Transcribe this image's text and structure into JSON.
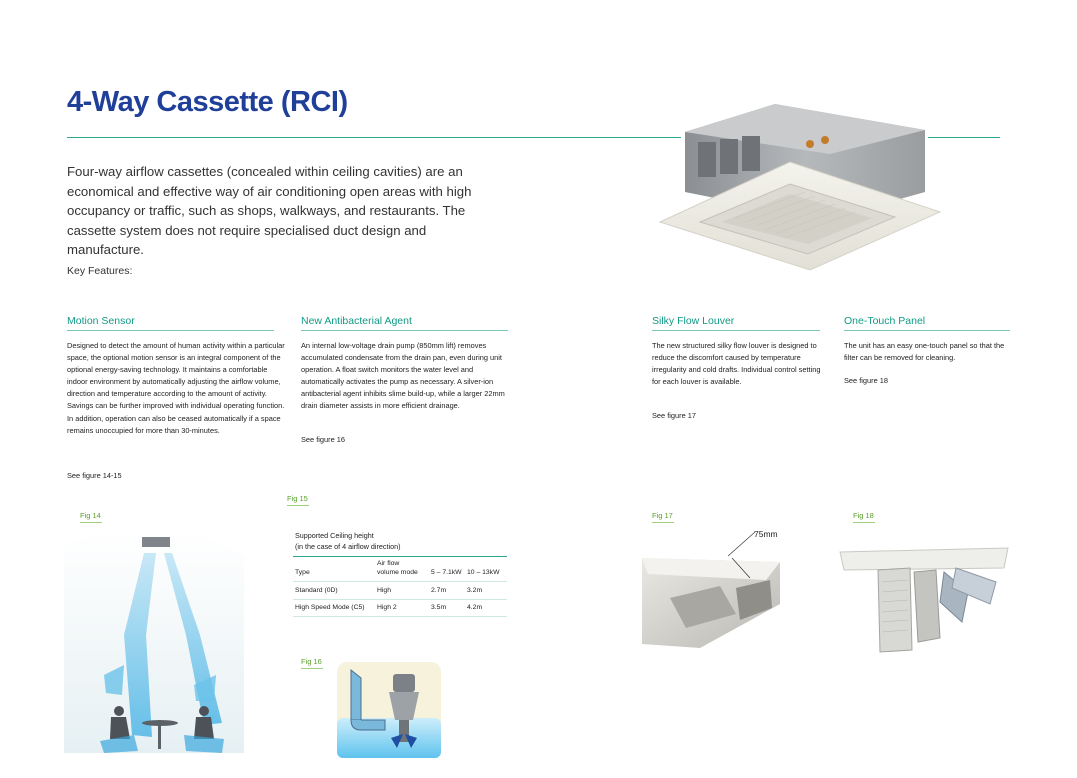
{
  "page": {
    "title": "4-Way Cassette (RCI)",
    "intro": "Four-way airflow cassettes (concealed within ceiling cavities) are an economical and effective way of air conditioning open areas with high occupancy or traffic, such as shops, walkways, and restaurants. The cassette system does not require specialised duct design and manufacture.",
    "key_features_label": "Key Features:"
  },
  "sections": {
    "motion": {
      "heading": "Motion Sensor",
      "body": "Designed to detect the amount of human activity within a particular space, the optional motion sensor is an integral component of the optional energy-saving technology. It maintains a comfortable indoor environment by automatically adjusting the airflow volume, direction and temperature according to the amount of activity. Savings can be further improved with individual operating function. In addition, operation can also be ceased automatically if a space remains unoccupied for more than 30-minutes.",
      "see": "See figure 14-15"
    },
    "antibac": {
      "heading": "New Antibacterial Agent",
      "body": "An internal low-voltage drain pump (850mm lift) removes accumulated condensate from the drain pan, even during unit operation. A float switch monitors the water level and automatically activates the pump as necessary. A silver-ion antibacterial agent inhibits slime build-up, while a larger 22mm drain diameter assists in more efficient drainage.",
      "see": "See figure 16"
    },
    "louver": {
      "heading": "Silky Flow Louver",
      "body": "The new structured silky flow louver is designed to reduce the discomfort caused by temperature irregularity and cold drafts. Individual control setting for each louver is available.",
      "see": "See figure 17"
    },
    "panel": {
      "heading": "One-Touch Panel",
      "body": "The unit has an easy one-touch panel so that the filter can be removed for cleaning.",
      "see": "See figure 18"
    }
  },
  "figures": {
    "fig14": "Fig 14",
    "fig15": "Fig 15",
    "fig16": "Fig 16",
    "fig17": "Fig 17",
    "fig18": "Fig 18",
    "fig17_dim": "75mm"
  },
  "ceiling_table": {
    "caption1": "Supported Ceiling height",
    "caption2": "(in the case of 4 airflow direction)",
    "header": [
      "Type",
      "Air flow volume mode",
      "5 – 7.1kW",
      "10 – 13kW"
    ],
    "header_airflow_top": "Air flow",
    "header_airflow_bottom": "volume mode",
    "rows": [
      [
        "Standard (0D)",
        "High",
        "2.7m",
        "3.2m"
      ],
      [
        "High Speed Mode (C5)",
        "High 2",
        "3.5m",
        "4.2m"
      ]
    ]
  }
}
